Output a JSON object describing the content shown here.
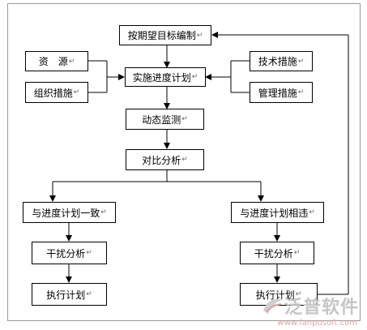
{
  "nodes": {
    "target_plan": "按期望目标编制",
    "resources": "资　源",
    "organization": "组织措施",
    "implement_plan": "实施进度计划",
    "tech_measures": "技术措施",
    "mgmt_measures": "管理措施",
    "dynamic_monitor": "动态监测",
    "compare_analysis": "对比分析",
    "consistent": "与进度计划一致",
    "deviate": "与进度计划相违",
    "interfere_left": "干扰分析",
    "interfere_right": "干扰分析",
    "execute_left": "执行计划",
    "execute_right": "执行计划"
  },
  "paragraph_mark": "↵",
  "watermark": {
    "brand": "泛普软件",
    "url": "www.fanpusoft.com"
  }
}
